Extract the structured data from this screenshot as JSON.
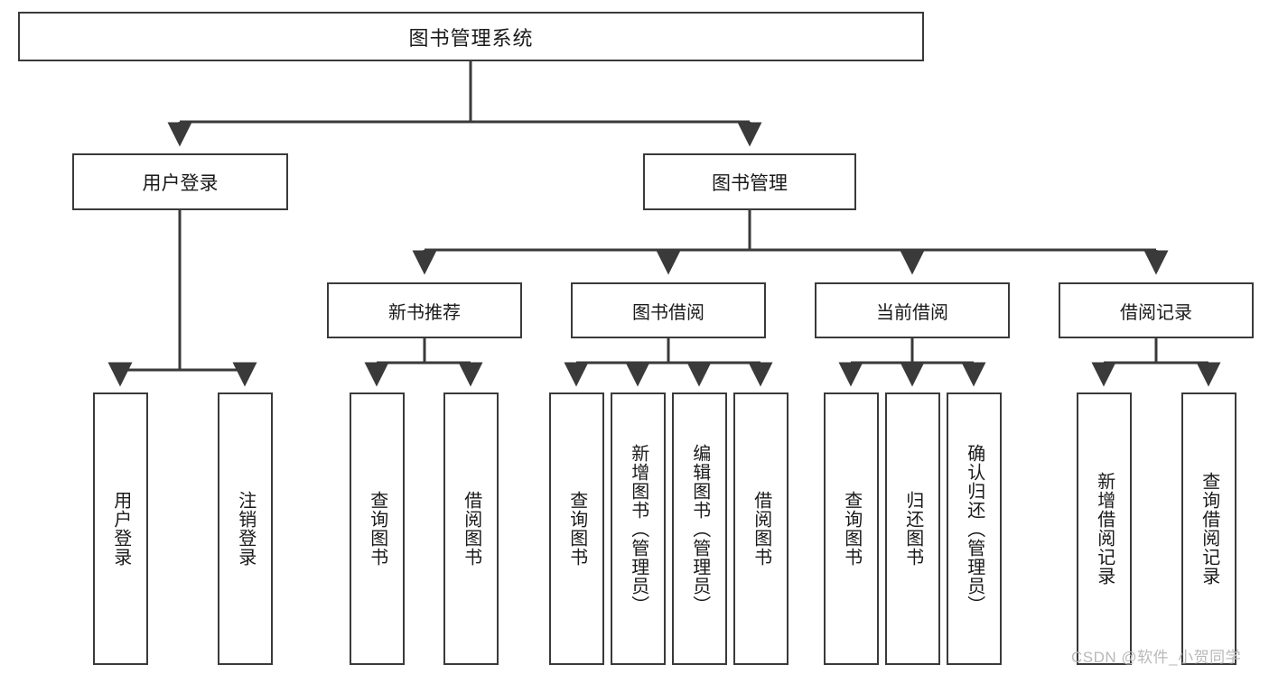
{
  "diagram": {
    "title": "图书管理系统",
    "type": "hierarchy-tree",
    "root": {
      "id": "root",
      "label": "图书管理系统"
    },
    "level2": [
      {
        "id": "user-login",
        "label": "用户登录"
      },
      {
        "id": "book-manage",
        "label": "图书管理"
      }
    ],
    "level3": [
      {
        "id": "new-book-rec",
        "label": "新书推荐",
        "parent": "book-manage"
      },
      {
        "id": "book-borrow",
        "label": "图书借阅",
        "parent": "book-manage"
      },
      {
        "id": "current-borrow",
        "label": "当前借阅",
        "parent": "book-manage"
      },
      {
        "id": "borrow-record",
        "label": "借阅记录",
        "parent": "book-manage"
      }
    ],
    "leaves": [
      {
        "id": "leaf-user-login",
        "label": "用户登录",
        "parent": "user-login"
      },
      {
        "id": "leaf-logout",
        "label": "注销登录",
        "parent": "user-login"
      },
      {
        "id": "leaf-query-book-1",
        "label": "查询图书",
        "parent": "new-book-rec"
      },
      {
        "id": "leaf-borrow-book-1",
        "label": "借阅图书",
        "parent": "new-book-rec"
      },
      {
        "id": "leaf-query-book-2",
        "label": "查询图书",
        "parent": "book-borrow"
      },
      {
        "id": "leaf-add-book",
        "label": "新增图书（管理员）",
        "parent": "book-borrow"
      },
      {
        "id": "leaf-edit-book",
        "label": "编辑图书（管理员）",
        "parent": "book-borrow"
      },
      {
        "id": "leaf-borrow-book-2",
        "label": "借阅图书",
        "parent": "book-borrow"
      },
      {
        "id": "leaf-query-book-3",
        "label": "查询图书",
        "parent": "current-borrow"
      },
      {
        "id": "leaf-return-book",
        "label": "归还图书",
        "parent": "current-borrow"
      },
      {
        "id": "leaf-confirm-return",
        "label": "确认归还（管理员）",
        "parent": "current-borrow"
      },
      {
        "id": "leaf-add-record",
        "label": "新增借阅记录",
        "parent": "borrow-record"
      },
      {
        "id": "leaf-query-record",
        "label": "查询借阅记录",
        "parent": "borrow-record"
      }
    ]
  },
  "watermark": {
    "text": "CSDN @软件_小贺同学"
  },
  "colors": {
    "stroke": "#3a3a3a",
    "text": "#1a1a1a",
    "background": "#ffffff",
    "watermark": "#b9b9b9"
  }
}
